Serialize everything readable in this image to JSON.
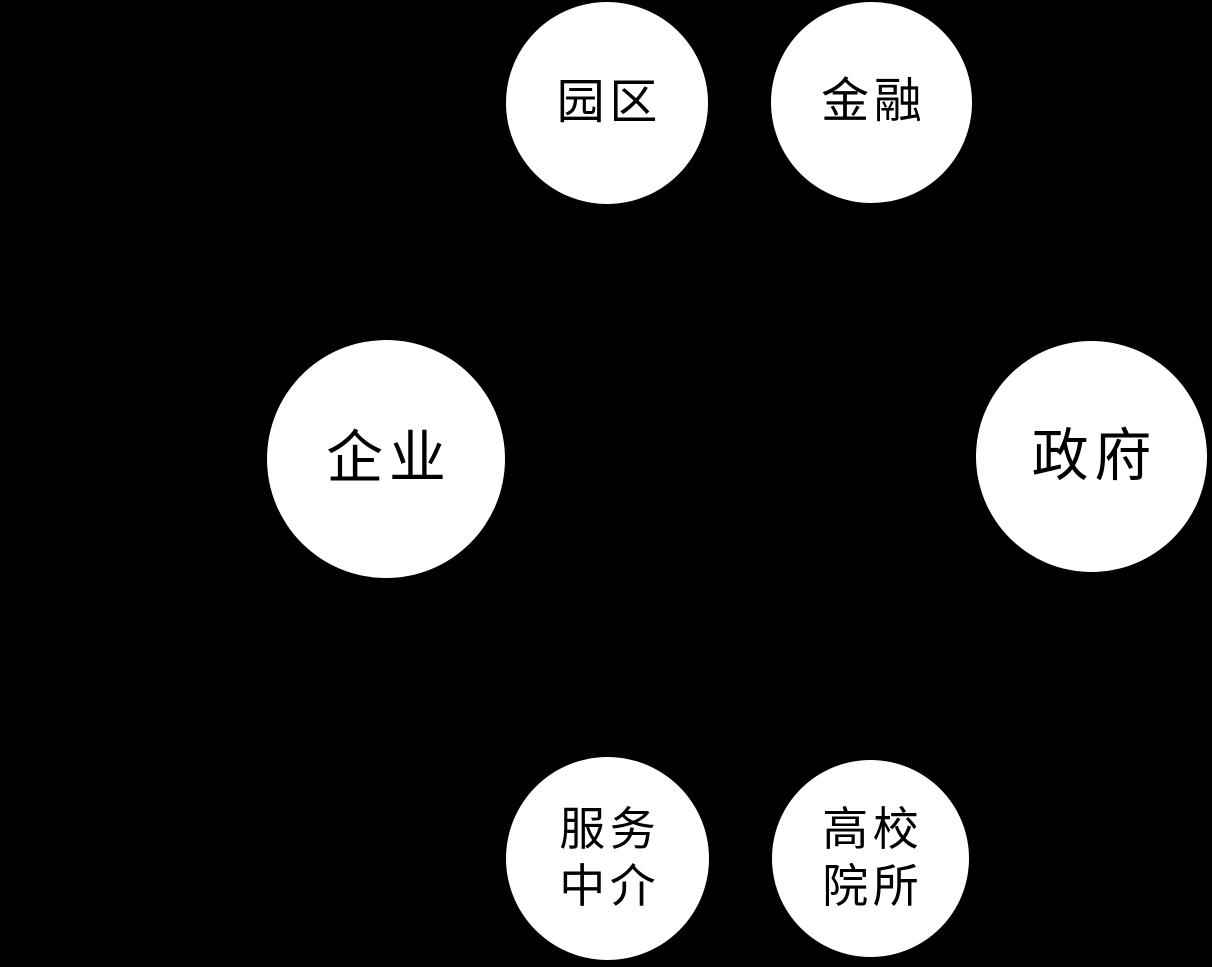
{
  "diagram": {
    "background_color": "#000000",
    "node_fill_color": "#ffffff",
    "node_text_color": "#000000",
    "nodes": [
      {
        "id": "park",
        "lines": [
          "园区"
        ]
      },
      {
        "id": "finance",
        "lines": [
          "金融"
        ]
      },
      {
        "id": "enterprise",
        "lines": [
          "企业"
        ]
      },
      {
        "id": "government",
        "lines": [
          "政府"
        ]
      },
      {
        "id": "service-intermediary",
        "lines": [
          "服务",
          "中介"
        ]
      },
      {
        "id": "universities-institutes",
        "lines": [
          "高校",
          "院所"
        ]
      }
    ]
  }
}
